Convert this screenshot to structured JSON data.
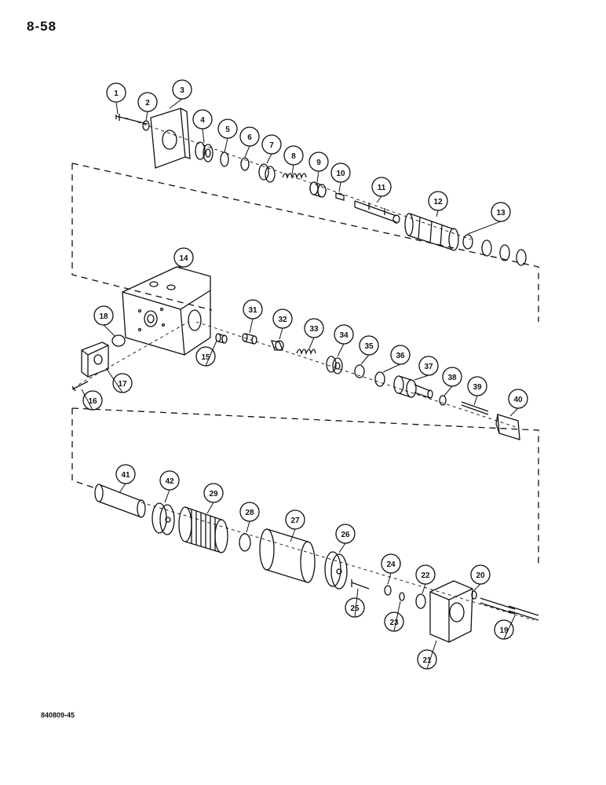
{
  "page_number": "8-58",
  "drawing_id": "840809-45",
  "callouts": [
    "1",
    "2",
    "3",
    "4",
    "5",
    "6",
    "7",
    "8",
    "9",
    "10",
    "11",
    "12",
    "13",
    "14",
    "15",
    "16",
    "17",
    "18",
    "19",
    "20",
    "21",
    "22",
    "23",
    "24",
    "25",
    "26",
    "27",
    "28",
    "29",
    "31",
    "32",
    "33",
    "34",
    "35",
    "36",
    "37",
    "38",
    "39",
    "40",
    "41",
    "42"
  ]
}
